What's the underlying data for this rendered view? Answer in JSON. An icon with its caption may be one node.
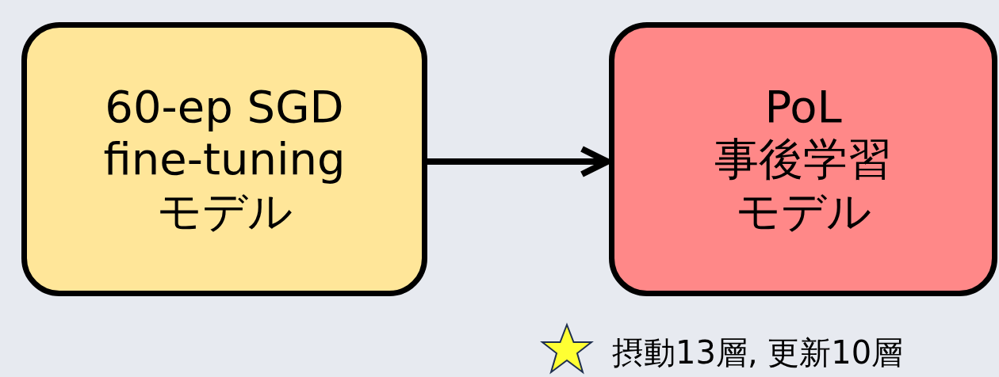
{
  "diagram": {
    "nodes": [
      {
        "text": [
          "60-ep SGD fine-tuning モデル"
        ]
      },
      {
        "text": [
          "PoL",
          "事後学習モデル"
        ]
      }
    ],
    "edges": [
      {
        "from": 0,
        "to": 1,
        "arrow": "to"
      }
    ],
    "labels": [
      "摂動13層, 更新10層"
    ]
  }
}
